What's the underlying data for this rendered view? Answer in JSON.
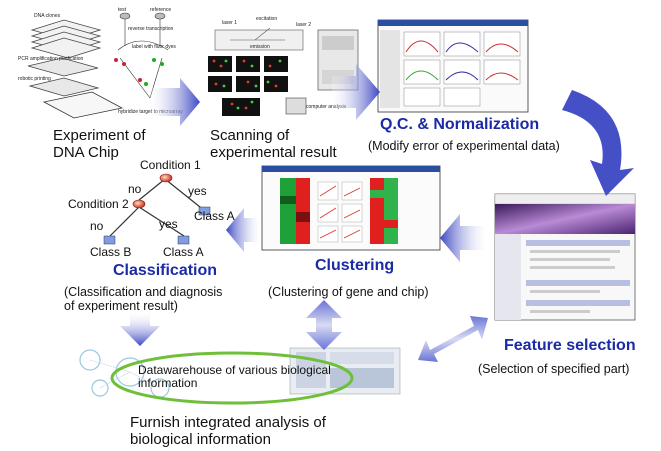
{
  "stages": {
    "experiment": {
      "title": "Experiment of\nDNA Chip"
    },
    "scanning": {
      "title": "Scanning of\nexperimental result"
    },
    "qc": {
      "title": "Q.C. & Normalization",
      "note": "(Modify error of experimental data)"
    },
    "feature": {
      "title": "Feature selection",
      "note": "(Selection of specified part)"
    },
    "clustering": {
      "title": "Clustering",
      "note": "(Clustering of gene and chip)"
    },
    "classification": {
      "title": "Classification",
      "note": "(Classification and diagnosis\nof experiment result)"
    },
    "integrated": {
      "title": "Furnish integrated analysis of\nbiological information"
    }
  },
  "datawarehouse": {
    "label": "Datawarehouse of various biological\ninformation"
  },
  "tree": {
    "root": "Condition 1",
    "node2": "Condition 2",
    "edge_no": "no",
    "edge_yes": "yes",
    "classA": "Class A",
    "classB": "Class B"
  },
  "thumbs": {
    "dna_labels": [
      "DNA clones",
      "test",
      "reference",
      "PCR amplification purification",
      "robotic printing",
      "reverse transcription",
      "label with fluor dyes",
      "hybridize target to microarray"
    ],
    "scan_labels": [
      "laser 1",
      "excitation",
      "laser 2",
      "emission",
      "computer analysis"
    ],
    "qc_heading": "Q.C. & Normalization"
  },
  "colors": {
    "arrow": "#4a56c8",
    "heading": "#1b2aa5",
    "green_ring": "#6fbf3a",
    "node_red": "#d94a3a",
    "leaf_blue": "#6f8fd8"
  }
}
